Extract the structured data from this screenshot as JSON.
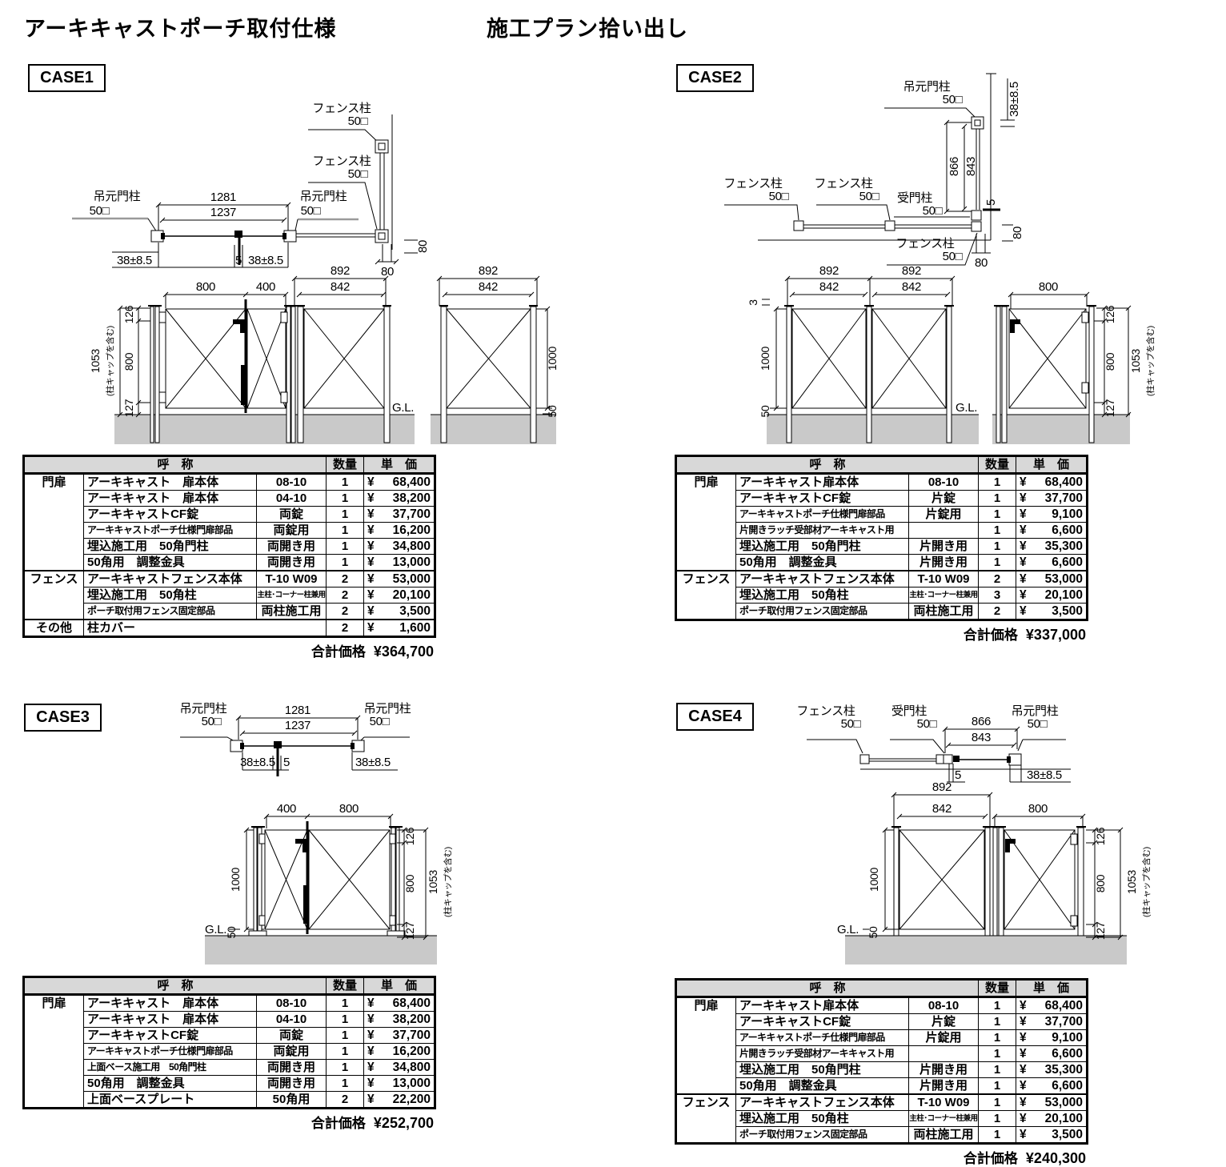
{
  "page": {
    "title_left": "アーキキャストポーチ取付仕様",
    "title_right": "施工プラン拾い出し"
  },
  "labels": {
    "yen": "¥",
    "total_label": "合計価格",
    "header_name": "呼　称",
    "header_qty": "数量",
    "header_price": "単　価",
    "gl": "G.L.",
    "cap_note": "(柱キャップを含む)",
    "hinge_post": "吊元門柱",
    "fence_post": "フェンス柱",
    "receive_post": "受門柱",
    "size50": "50□",
    "d1281": "1281",
    "d1237": "1237",
    "d38": "38±8.5",
    "d5": "5",
    "d80": "80",
    "d3": "3",
    "d800": "800",
    "d400": "400",
    "d892": "892",
    "d842": "842",
    "d1000": "1000",
    "d1053": "1053",
    "d126": "126",
    "d127": "127",
    "d50": "50",
    "d866": "866",
    "d843": "843"
  },
  "cases": [
    {
      "id": "CASE1",
      "table": {
        "groups": [
          {
            "cat": "門扉",
            "rows": [
              {
                "name": "アーキキャスト　扉本体",
                "spec": "08-10",
                "qty": "1",
                "price": "68,400"
              },
              {
                "name": "アーキキャスト　扉本体",
                "spec": "04-10",
                "qty": "1",
                "price": "38,200"
              },
              {
                "name": "アーキキャストCF錠",
                "spec": "両錠",
                "qty": "1",
                "price": "37,700"
              },
              {
                "name": "アーキキャストポーチ仕様門扉部品",
                "spec": "両錠用",
                "qty": "1",
                "price": "16,200"
              },
              {
                "name": "埋込施工用　50角門柱",
                "spec": "両開き用",
                "qty": "1",
                "price": "34,800"
              },
              {
                "name": "50角用　調整金具",
                "spec": "両開き用",
                "qty": "1",
                "price": "13,000"
              }
            ]
          },
          {
            "cat": "フェンス",
            "rows": [
              {
                "name": "アーキキャストフェンス本体",
                "spec": "T-10 W09",
                "qty": "2",
                "price": "53,000"
              },
              {
                "name": "埋込施工用　50角柱",
                "spec": "主柱･コーナー柱兼用",
                "qty": "2",
                "price": "20,100"
              },
              {
                "name": "ポーチ取付用フェンス固定部品",
                "spec": "両柱施工用",
                "qty": "2",
                "price": "3,500"
              }
            ]
          },
          {
            "cat": "その他",
            "rows": [
              {
                "name": "柱カバー",
                "spec": "",
                "qty": "2",
                "price": "1,600",
                "span": true
              }
            ]
          }
        ],
        "total": "¥364,700"
      }
    },
    {
      "id": "CASE2",
      "table": {
        "groups": [
          {
            "cat": "門扉",
            "rows": [
              {
                "name": "アーキキャスト扉本体",
                "spec": "08-10",
                "qty": "1",
                "price": "68,400"
              },
              {
                "name": "アーキキャストCF錠",
                "spec": "片錠",
                "qty": "1",
                "price": "37,700"
              },
              {
                "name": "アーキキャストポーチ仕様門扉部品",
                "spec": "片錠用",
                "qty": "1",
                "price": "9,100"
              },
              {
                "name": "片開きラッチ受部材アーキキャスト用",
                "spec": "",
                "qty": "1",
                "price": "6,600"
              },
              {
                "name": "埋込施工用　50角門柱",
                "spec": "片開き用",
                "qty": "1",
                "price": "35,300"
              },
              {
                "name": "50角用　調整金具",
                "spec": "片開き用",
                "qty": "1",
                "price": "6,600"
              }
            ]
          },
          {
            "cat": "フェンス",
            "rows": [
              {
                "name": "アーキキャストフェンス本体",
                "spec": "T-10 W09",
                "qty": "2",
                "price": "53,000"
              },
              {
                "name": "埋込施工用　50角柱",
                "spec": "主柱･コーナー柱兼用",
                "qty": "3",
                "price": "20,100"
              },
              {
                "name": "ポーチ取付用フェンス固定部品",
                "spec": "両柱施工用",
                "qty": "2",
                "price": "3,500"
              }
            ]
          }
        ],
        "total": "¥337,000"
      }
    },
    {
      "id": "CASE3",
      "table": {
        "groups": [
          {
            "cat": "門扉",
            "rows": [
              {
                "name": "アーキキャスト　扉本体",
                "spec": "08-10",
                "qty": "1",
                "price": "68,400"
              },
              {
                "name": "アーキキャスト　扉本体",
                "spec": "04-10",
                "qty": "1",
                "price": "38,200"
              },
              {
                "name": "アーキキャストCF錠",
                "spec": "両錠",
                "qty": "1",
                "price": "37,700"
              },
              {
                "name": "アーキキャストポーチ仕様門扉部品",
                "spec": "両錠用",
                "qty": "1",
                "price": "16,200"
              },
              {
                "name": "上面ベース施工用　50角門柱",
                "spec": "両開き用",
                "qty": "1",
                "price": "34,800"
              },
              {
                "name": "50角用　調整金具",
                "spec": "両開き用",
                "qty": "1",
                "price": "13,000"
              },
              {
                "name": "上面ベースプレート",
                "spec": "50角用",
                "qty": "2",
                "price": "22,200"
              }
            ]
          }
        ],
        "total": "¥252,700"
      }
    },
    {
      "id": "CASE4",
      "table": {
        "groups": [
          {
            "cat": "門扉",
            "rows": [
              {
                "name": "アーキキャスト扉本体",
                "spec": "08-10",
                "qty": "1",
                "price": "68,400"
              },
              {
                "name": "アーキキャストCF錠",
                "spec": "片錠",
                "qty": "1",
                "price": "37,700"
              },
              {
                "name": "アーキキャストポーチ仕様門扉部品",
                "spec": "片錠用",
                "qty": "1",
                "price": "9,100"
              },
              {
                "name": "片開きラッチ受部材アーキキャスト用",
                "spec": "",
                "qty": "1",
                "price": "6,600"
              },
              {
                "name": "埋込施工用　50角門柱",
                "spec": "片開き用",
                "qty": "1",
                "price": "35,300"
              },
              {
                "name": "50角用　調整金具",
                "spec": "片開き用",
                "qty": "1",
                "price": "6,600"
              }
            ]
          },
          {
            "cat": "フェンス",
            "rows": [
              {
                "name": "アーキキャストフェンス本体",
                "spec": "T-10 W09",
                "qty": "1",
                "price": "53,000"
              },
              {
                "name": "埋込施工用　50角柱",
                "spec": "主柱･コーナー柱兼用",
                "qty": "1",
                "price": "20,100"
              },
              {
                "name": "ポーチ取付用フェンス固定部品",
                "spec": "両柱施工用",
                "qty": "1",
                "price": "3,500"
              }
            ]
          }
        ],
        "total": "¥240,300"
      }
    }
  ]
}
